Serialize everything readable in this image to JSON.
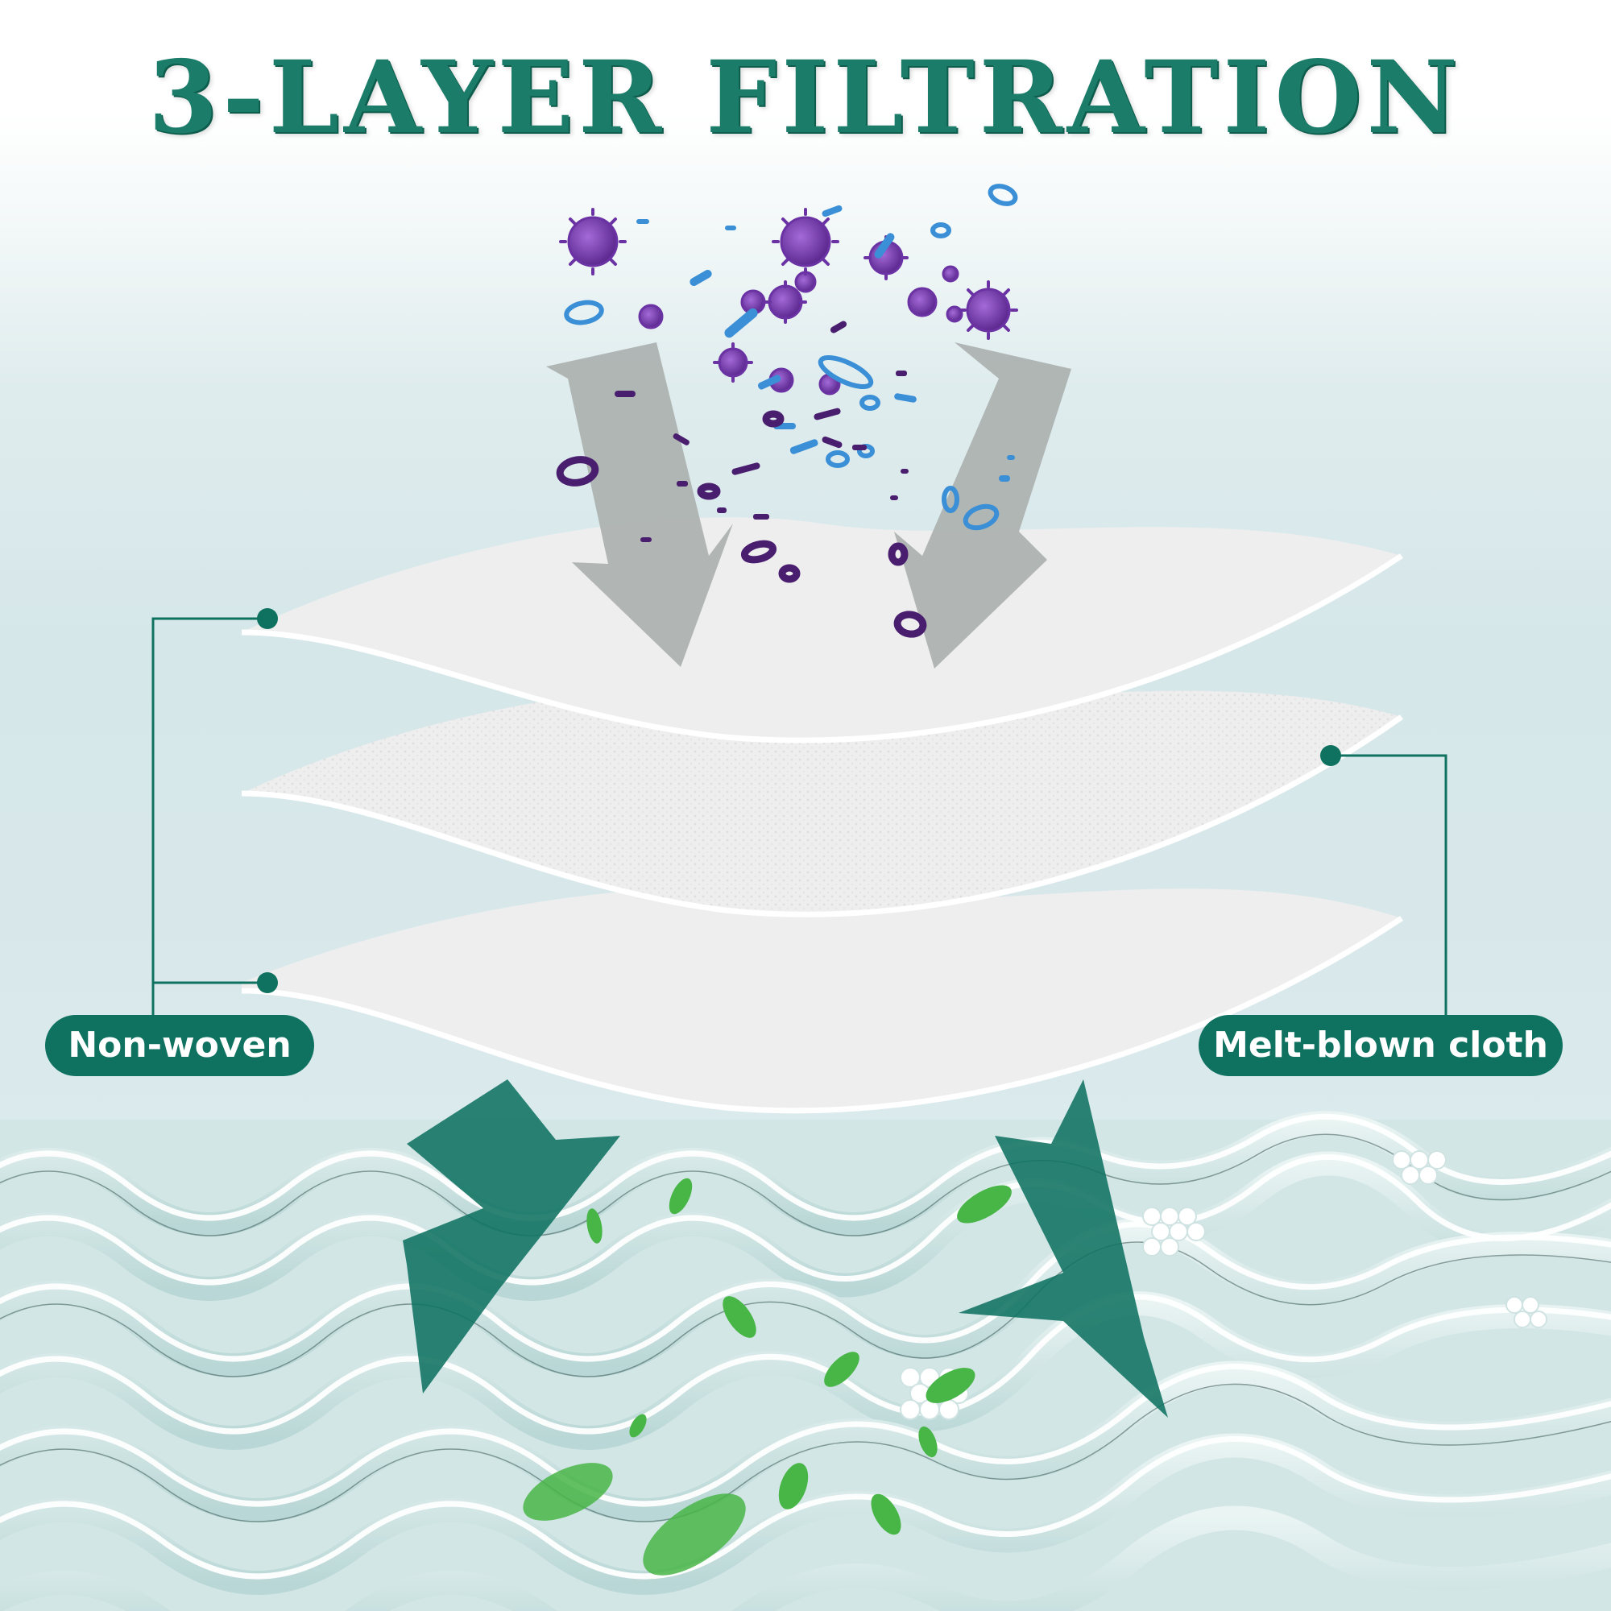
{
  "title": "3-LAYER FILTRATION",
  "labels": {
    "left": "Non-woven",
    "right": "Melt-blown cloth"
  },
  "icons": {
    "down_arrows_gray": "arrow-down-gray-icon",
    "down_arrows_green": "arrow-down-green-icon",
    "particles": "virus-bacteria-particles",
    "leaves": "leaf-icon"
  },
  "colors": {
    "brand_green": "#0f7261",
    "title_green": "#1a7c69",
    "virus_purple": "#7a3fb3",
    "bacteria_blue": "#3a8fd6",
    "arrow_gray": "#a9aeac"
  }
}
